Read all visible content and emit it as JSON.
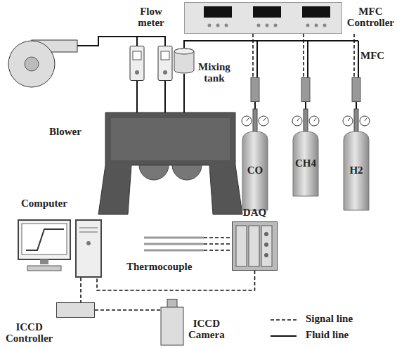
{
  "diagram": {
    "nodes": [
      {
        "text": [
          "MFC Controller"
        ]
      },
      {
        "text": [
          "Flow meter"
        ]
      },
      {
        "text": [
          "Blower"
        ]
      },
      {
        "text": [
          "Mixing tank"
        ]
      },
      {
        "text": [
          "MFC"
        ]
      },
      {
        "text": [
          "CO"
        ]
      },
      {
        "text": [
          "CH4"
        ]
      },
      {
        "text": [
          "H2"
        ]
      },
      {
        "text": [
          "Computer"
        ]
      },
      {
        "text": [
          "Thermocouple"
        ]
      },
      {
        "text": [
          "DAQ"
        ]
      },
      {
        "text": [
          "ICCD Controller"
        ]
      },
      {
        "text": [
          "ICCD Camera"
        ]
      }
    ],
    "edges": [
      {
        "from": 2,
        "to": 1,
        "arrow": "none"
      },
      {
        "from": 4,
        "to": 3,
        "arrow": "none"
      },
      {
        "from": 0,
        "to": 4,
        "arrow": "none"
      },
      {
        "from": 5,
        "to": 4,
        "arrow": "none"
      },
      {
        "from": 6,
        "to": 4,
        "arrow": "none"
      },
      {
        "from": 7,
        "to": 4,
        "arrow": "none"
      },
      {
        "from": 9,
        "to": 10,
        "arrow": "none"
      },
      {
        "from": 10,
        "to": 8,
        "arrow": "none"
      },
      {
        "from": 8,
        "to": 11,
        "arrow": "none"
      },
      {
        "from": 11,
        "to": 12,
        "arrow": "none"
      }
    ],
    "legend": [
      {
        "text": "Signal line"
      },
      {
        "text": "Fluid line"
      }
    ]
  }
}
